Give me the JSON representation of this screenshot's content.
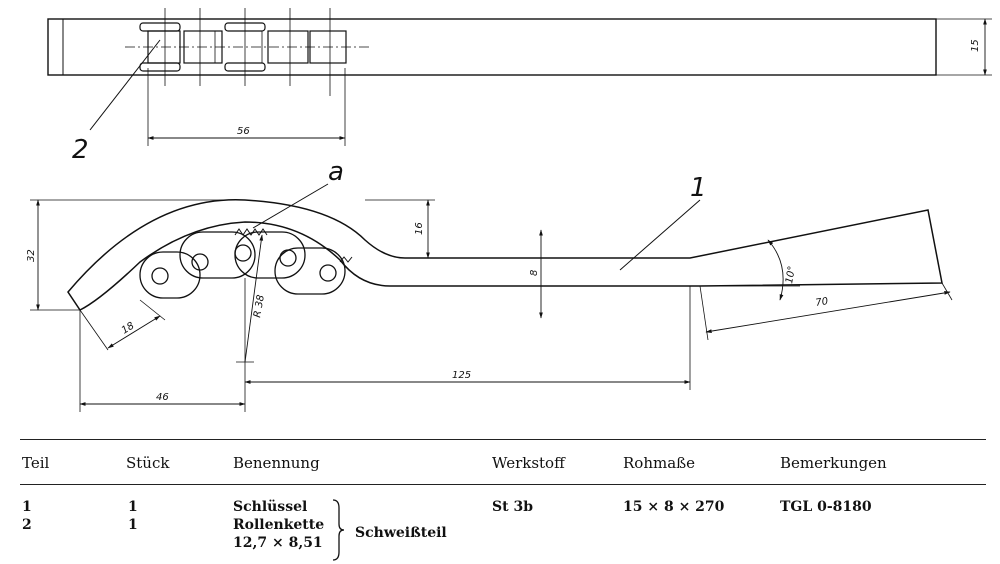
{
  "drawing": {
    "part_callout_2": "2",
    "part_callout_1": "1",
    "weld_callout": "a",
    "dims": {
      "thickness_15": "15",
      "chain_length_56": "56",
      "height_32": "32",
      "height_16": "16",
      "thickness_8": "8",
      "width_18": "18",
      "radius": "R 38",
      "length_46": "46",
      "length_125": "125",
      "length_70": "70",
      "angle": "10°"
    }
  },
  "bom": {
    "headers": {
      "teil": "Teil",
      "stueck": "Stück",
      "benennung": "Benennung",
      "werkstoff": "Werkstoff",
      "rohmasse": "Rohmaße",
      "bemerkungen": "Bemerkungen"
    },
    "rows": [
      {
        "teil": "1",
        "stueck": "1",
        "benennung": "Schlüssel",
        "werkstoff": "St 3b",
        "rohmasse": "15 ⨯ 8 ⨯ 270",
        "bemerkungen": "TGL 0-8180"
      },
      {
        "teil": "2",
        "stueck": "1",
        "benennung": "Rollenkette",
        "benennung_2": "12,7 ⨯ 8,51"
      }
    ],
    "group_label": "Schweißteil"
  }
}
